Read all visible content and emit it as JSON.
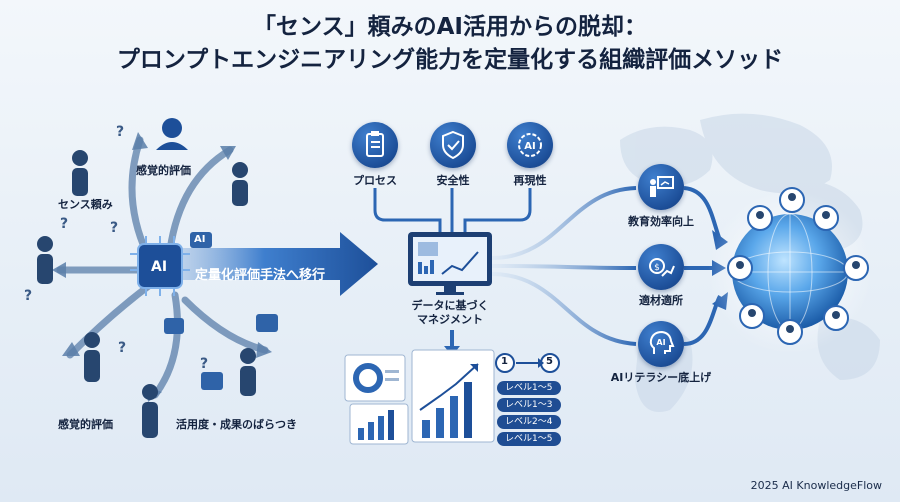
{
  "title": {
    "line1": "「センス」頼みのAI活用からの脱却：",
    "line2": "プロンプトエンジニアリング能力を定量化する組織評価メソッド"
  },
  "left": {
    "sense_label": "センス頼み",
    "intuitive_top": "感覚的評価",
    "intuitive_bottom": "感覚的評価",
    "variance_label": "活用度・成果のばらつき",
    "center_ai": "AI",
    "ai_badge": "AI"
  },
  "transition": {
    "label": "定量化評価手法へ移行"
  },
  "center": {
    "pillars": [
      {
        "label": "プロセス",
        "icon": "clipboard-icon"
      },
      {
        "label": "安全性",
        "icon": "shield-check-icon"
      },
      {
        "label": "再現性",
        "icon": "ai-gear-icon"
      }
    ],
    "management_line1": "データに基づく",
    "management_line2": "マネジメント",
    "scale_from": "1",
    "scale_to": "5",
    "levels": [
      "レベル1～5",
      "レベル1～3",
      "レベル2～4",
      "レベル1～5"
    ]
  },
  "right": {
    "outcomes": [
      {
        "label": "教育効率向上",
        "icon": "teacher-board-icon"
      },
      {
        "label": "適材適所",
        "icon": "coin-growth-icon"
      },
      {
        "label": "AIリテラシー底上げ",
        "icon": "ai-head-icon"
      }
    ]
  },
  "footer": "2025 AI KnowledgeFlow",
  "colors": {
    "navy": "#1d4f99",
    "accent": "#3f7fce",
    "title": "#14233f"
  }
}
